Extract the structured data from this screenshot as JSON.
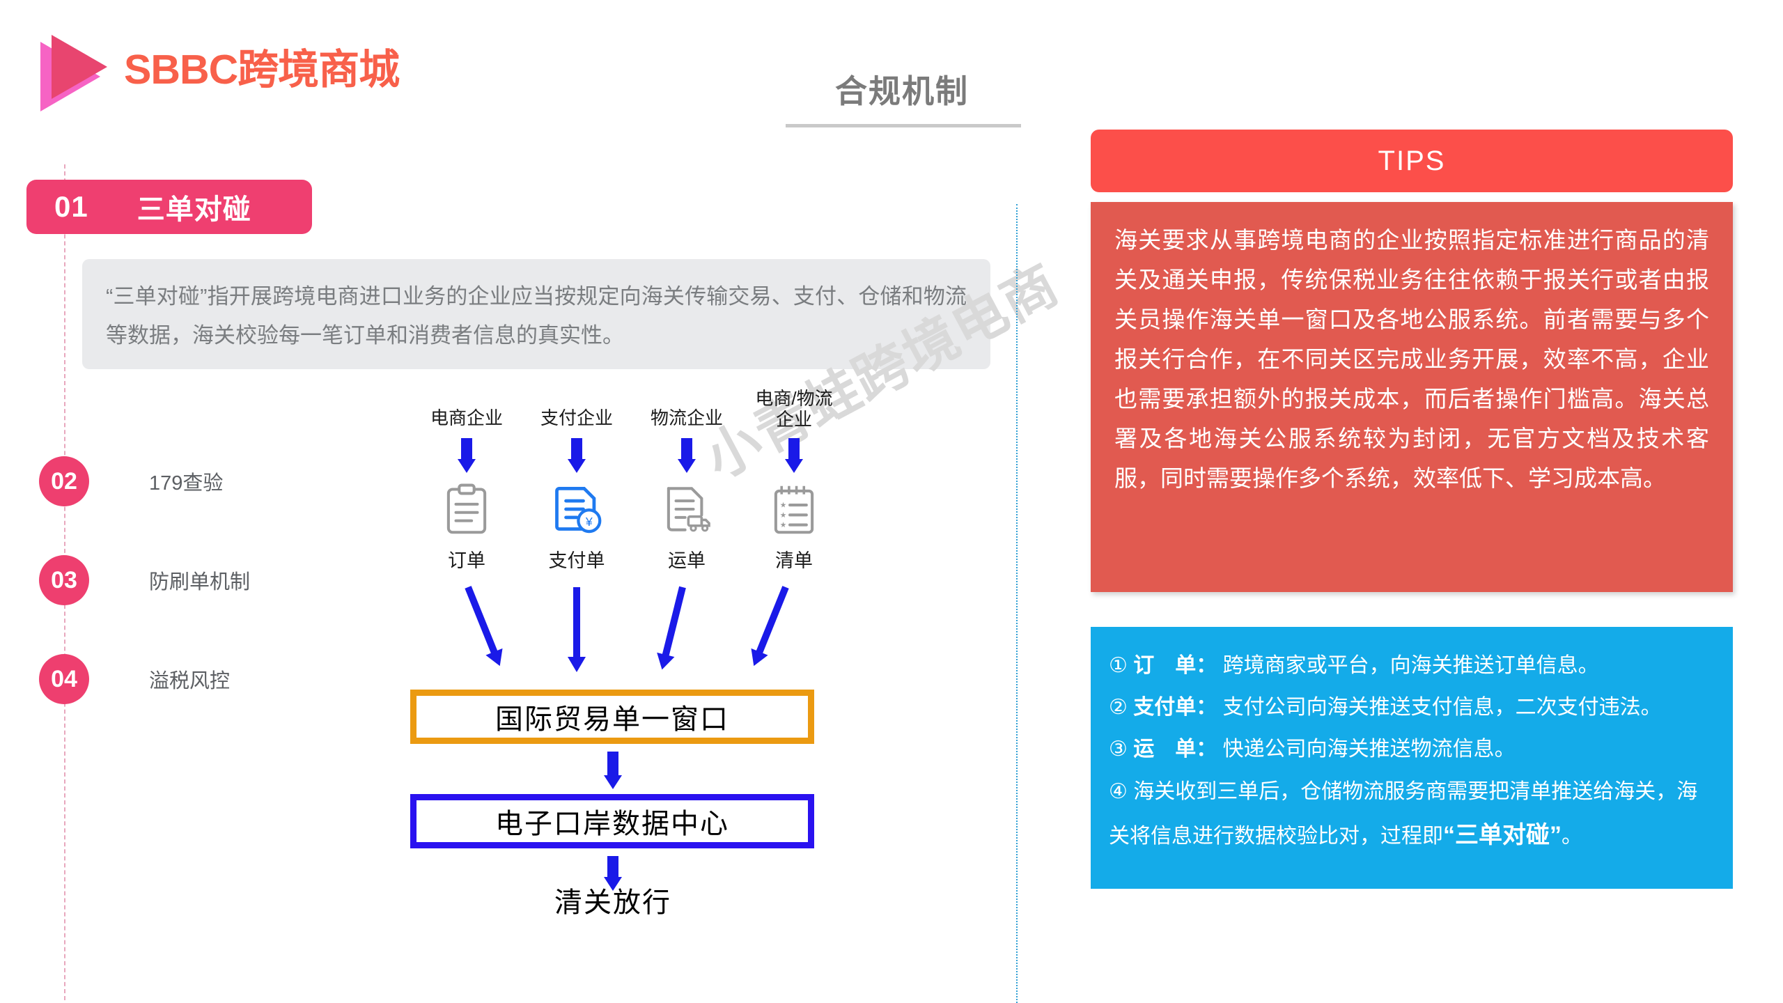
{
  "brand": {
    "logo_icon": "play-triangle-logo",
    "name": "SBBC跨境商城",
    "colors": {
      "text": "#f8604a",
      "triangle_front": "#e8456f",
      "triangle_back": "#f663c4"
    }
  },
  "header": {
    "title": "合规机制",
    "title_color": "#7b7b7b",
    "rule_color": "#c9c9c9"
  },
  "steps": [
    {
      "num": "01",
      "label": "三单对碰",
      "active": true
    },
    {
      "num": "02",
      "label": "179查验",
      "active": false
    },
    {
      "num": "03",
      "label": "防刷单机制",
      "active": false
    },
    {
      "num": "04",
      "label": "溢税风控",
      "active": false
    }
  ],
  "description": {
    "text": "“三单对碰”指开展跨境电商进口业务的企业应当按规定向海关传输交易、支付、仓储和物流等数据，海关校验每一笔订单和消费者信息的真实性。",
    "background": "#e9eaec",
    "text_color": "#7a7d80"
  },
  "diagram": {
    "columns": [
      {
        "head": "电商企业",
        "icon": "clipboard-order-icon",
        "caption": "订单",
        "icon_color": "#9a9a9a"
      },
      {
        "head": "支付企业",
        "icon": "payment-document-yuan-icon",
        "caption": "支付单",
        "icon_color": "#1f7af0"
      },
      {
        "head": "物流企业",
        "icon": "waybill-truck-icon",
        "caption": "运单",
        "icon_color": "#9a9a9a"
      },
      {
        "head": "电商/物流\n企业",
        "head_line1": "电商/物流",
        "head_line2": "企业",
        "icon": "checklist-manifest-icon",
        "caption": "清单",
        "icon_color": "#9a9a9a"
      }
    ],
    "boxes": [
      {
        "label": "国际贸易单一窗口",
        "border_color": "#eb9a11"
      },
      {
        "label": "电子口岸数据中心",
        "border_color": "#2a12f0"
      }
    ],
    "final_label": "清关放行",
    "arrow_color": "#1a1ae8"
  },
  "watermark": {
    "text": "小青蛙跨境电商",
    "color": "#d9d9d9"
  },
  "tips": {
    "header": "TIPS",
    "header_bg": "#fc4f4a",
    "body_bg": "#e15a50",
    "body": "海关要求从事跨境电商的企业按照指定标准进行商品的清关及通关申报，传统保税业务往往依赖于报关行或者由报关员操作海关单一窗口及各地公服系统。前者需要与多个报关行合作，在不同关区完成业务开展，效率不高，企业也需要承担额外的报关成本，而后者操作门槛高。海关总署及各地海关公服系统较为封闭，无官方文档及技术客服，同时需要操作多个系统，效率低下、学习成本高。"
  },
  "blue_panel": {
    "background": "#14abe9",
    "items": [
      {
        "marker": "①",
        "label": "订　单：",
        "text": "跨境商家或平台，向海关推送订单信息。"
      },
      {
        "marker": "②",
        "label": "支付单：",
        "text": "支付公司向海关推送支付信息，二次支付违法。"
      },
      {
        "marker": "③",
        "label": "运　单：",
        "text": "快递公司向海关推送物流信息。"
      },
      {
        "marker": "④",
        "label": "",
        "text": "海关收到三单后，仓储物流服务商需要把清单推送给海关，海关将信息进行数据校验比对，过程即",
        "highlight": "“三单对碰”",
        "tail": "。"
      }
    ]
  }
}
